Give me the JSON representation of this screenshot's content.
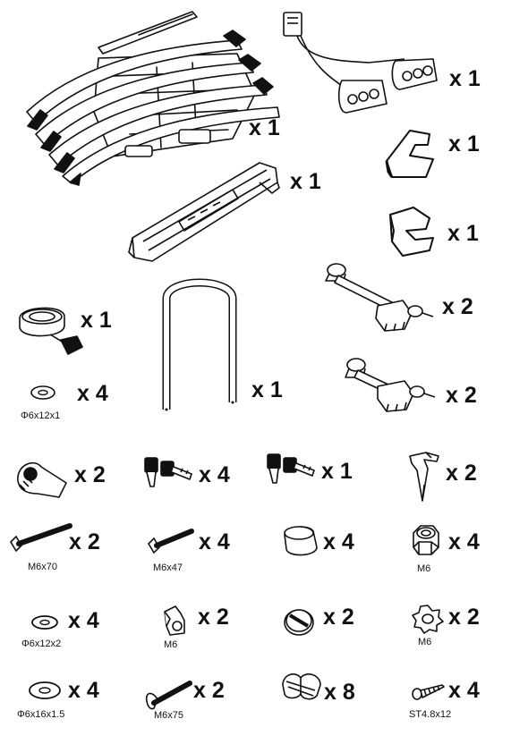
{
  "parts": [
    {
      "id": "carrier-frame",
      "icon": "bike-carrier-frame-icon",
      "qty": "x 1",
      "caption": ""
    },
    {
      "id": "light-board",
      "icon": "light-board-icon",
      "qty": "x 1",
      "caption": ""
    },
    {
      "id": "hook-bracket",
      "icon": "hook-bracket-icon",
      "qty": "x 1",
      "caption": ""
    },
    {
      "id": "end-wheel-holder",
      "icon": "wheel-holder-end-icon",
      "qty": "x 1",
      "caption": ""
    },
    {
      "id": "wheel-rail",
      "icon": "wheel-rail-icon",
      "qty": "x 1",
      "caption": ""
    },
    {
      "id": "frame-clamp-long",
      "icon": "frame-clamp-arm-long-icon",
      "qty": "x 2",
      "caption": ""
    },
    {
      "id": "strap",
      "icon": "strap-buckle-icon",
      "qty": "x 1",
      "caption": ""
    },
    {
      "id": "u-bar",
      "icon": "u-bar-icon",
      "qty": "x 1",
      "caption": ""
    },
    {
      "id": "washer-6x12x1",
      "icon": "washer-icon",
      "qty": "x 4",
      "caption": "Φ6x12x1"
    },
    {
      "id": "frame-clamp-short",
      "icon": "frame-clamp-arm-short-icon",
      "qty": "x 2",
      "caption": ""
    },
    {
      "id": "cam-lever",
      "icon": "cam-lever-icon",
      "qty": "x 2",
      "caption": ""
    },
    {
      "id": "keys-four",
      "icon": "key-pair-icon",
      "qty": "x 4",
      "caption": ""
    },
    {
      "id": "keys-one",
      "icon": "key-pair-icon",
      "qty": "x 1",
      "caption": ""
    },
    {
      "id": "spring-clip",
      "icon": "spring-clip-icon",
      "qty": "x 2",
      "caption": ""
    },
    {
      "id": "bolt-m6x70",
      "icon": "bolt-icon",
      "qty": "x 2",
      "caption": "M6x70"
    },
    {
      "id": "bolt-m6x47",
      "icon": "bolt-icon",
      "qty": "x 4",
      "caption": "M6x47"
    },
    {
      "id": "end-cap",
      "icon": "end-cap-icon",
      "qty": "x 4",
      "caption": ""
    },
    {
      "id": "nut-m6",
      "icon": "hex-nut-icon",
      "qty": "x 4",
      "caption": "M6"
    },
    {
      "id": "washer-6x12x2",
      "icon": "washer-icon",
      "qty": "x 4",
      "caption": "Φ6x12x2"
    },
    {
      "id": "wing-nut-m6",
      "icon": "wing-nut-icon",
      "qty": "x 2",
      "caption": "M6"
    },
    {
      "id": "slotted-knob",
      "icon": "slotted-knob-icon",
      "qty": "x 2",
      "caption": ""
    },
    {
      "id": "star-knob-m6",
      "icon": "star-knob-icon",
      "qty": "x 2",
      "caption": "M6"
    },
    {
      "id": "washer-6x16x1-5",
      "icon": "washer-icon",
      "qty": "x 4",
      "caption": "Φ6x16x1.5"
    },
    {
      "id": "carriage-bolt-m6x75",
      "icon": "carriage-bolt-icon",
      "qty": "x 2",
      "caption": "M6x75"
    },
    {
      "id": "strap-clip",
      "icon": "strap-clip-icon",
      "qty": "x 8",
      "caption": ""
    },
    {
      "id": "screw-st4-8x12",
      "icon": "tapping-screw-icon",
      "qty": "x 4",
      "caption": "ST4.8x12"
    }
  ]
}
